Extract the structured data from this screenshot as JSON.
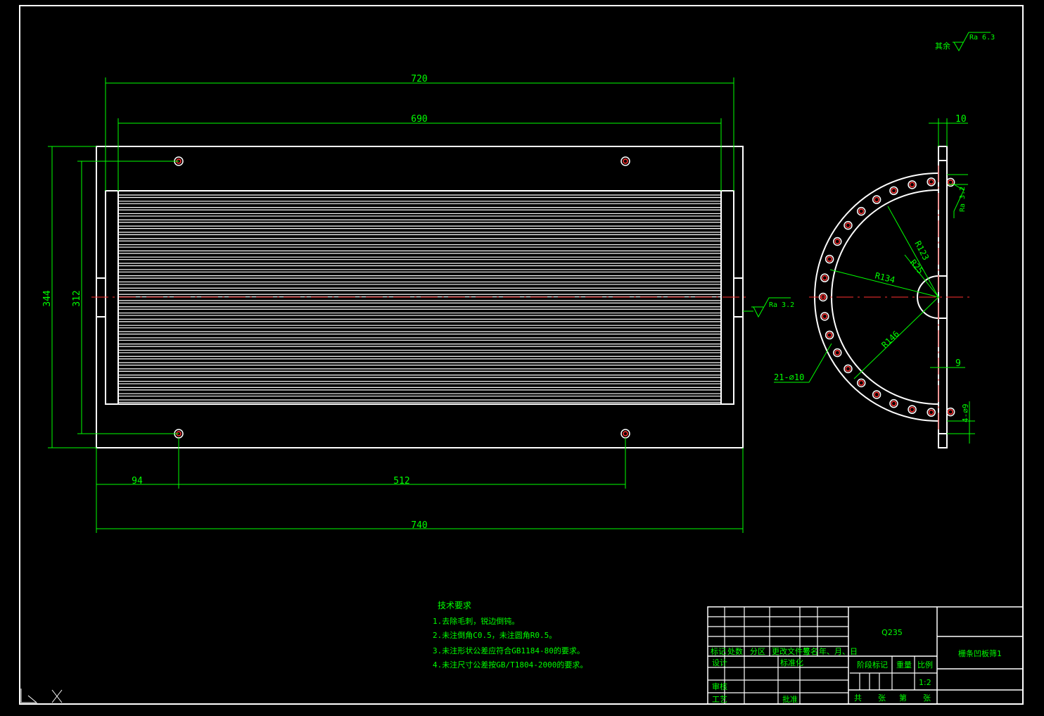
{
  "drawing": {
    "roughness_note": {
      "prefix": "其余",
      "ra": "Ra 6.3"
    },
    "front_view": {
      "dimensions": {
        "overall_width_outer": "720",
        "inner_width": "690",
        "overall_length": "740",
        "hole_offset": "94",
        "hole_spacing": "512",
        "height_outer": "344",
        "height_inner": "312"
      },
      "roughness": "Ra 3.2"
    },
    "side_view": {
      "dimensions": {
        "flange_thickness": "10",
        "gap": "9",
        "radius_123": "R123",
        "radius_25": "R25",
        "radius_134": "R134",
        "radius_146": "R146",
        "holes_ring": "21-⌀10",
        "holes_flange": "4-⌀9"
      },
      "roughness": "Ra 3.2"
    },
    "tech_requirements": {
      "title": "技术要求",
      "items": [
        "1.去除毛刺，锐边倒钝。",
        "2.未注倒角C0.5，未注圆角R0.5。",
        "3.未注形状公差应符合GB1184-80的要求。",
        "4.未注尺寸公差按GB/T1804-2000的要求。"
      ]
    },
    "title_block": {
      "material": "Q235",
      "part_name": "栅条凹板筛1",
      "scale": "1:2",
      "headers": {
        "mark": "标记",
        "count": "处数",
        "zone": "分区",
        "doc_no": "更改文件号",
        "sign": "签名",
        "date": "年、月、日"
      },
      "roles": {
        "design": "设计",
        "standard": "标准化",
        "review": "审核",
        "process": "工艺",
        "approve": "批准"
      },
      "stage_mark": "阶段标记",
      "weight": "重量",
      "ratio": "比例",
      "sheet_total": "共",
      "sheet_unit": "张",
      "sheet_no": "第",
      "sheet_unit2": "张"
    }
  }
}
